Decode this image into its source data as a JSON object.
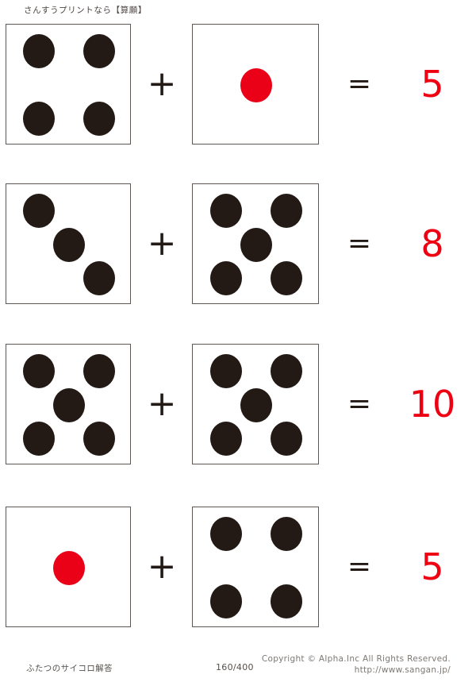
{
  "header": {
    "title": "さんすうプリントなら【算願】"
  },
  "worksheet": {
    "plus_symbol": "+",
    "equals_symbol": "=",
    "pip_color": "#231a16",
    "pip_color_highlight": "#ea0017",
    "answer_color": "#ee0012",
    "die_border_color": "#5d5652"
  },
  "problems": [
    {
      "left_die": {
        "value": 4,
        "pip_style": "black"
      },
      "right_die": {
        "value": 1,
        "pip_style": "red"
      },
      "answer": "5"
    },
    {
      "left_die": {
        "value": 3,
        "pip_style": "black"
      },
      "right_die": {
        "value": 5,
        "pip_style": "black"
      },
      "answer": "8"
    },
    {
      "left_die": {
        "value": 5,
        "pip_style": "black"
      },
      "right_die": {
        "value": 5,
        "pip_style": "black"
      },
      "answer": "10"
    },
    {
      "left_die": {
        "value": 1,
        "pip_style": "red"
      },
      "right_die": {
        "value": 4,
        "pip_style": "black"
      },
      "answer": "5"
    }
  ],
  "footer": {
    "sheet_title": "ふたつのサイコロ解答",
    "page": "160/400",
    "copyright": "Copyright ©  Alpha.Inc All Rights Reserved.",
    "url": "http://www.sangan.jp/"
  }
}
